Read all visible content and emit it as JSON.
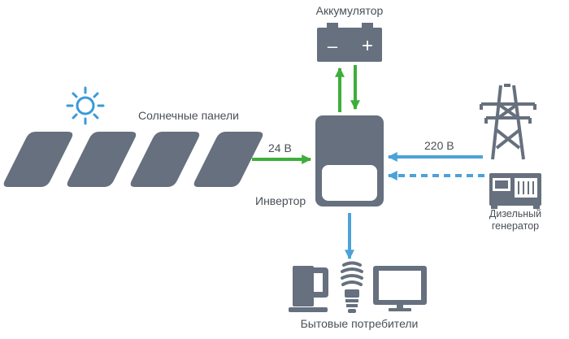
{
  "labels": {
    "battery": "Аккумулятор",
    "solar_panels": "Солнечные панели",
    "inverter": "Инвертор",
    "diesel_line1": "Дизельный",
    "diesel_line2": "генератор",
    "consumers": "Бытовые потребители",
    "solar_voltage": "24 В",
    "grid_voltage": "220 В"
  },
  "battery_signs": {
    "minus": "–",
    "plus": "+"
  },
  "colors": {
    "device": "#66707e",
    "green_arrow": "#3eae3a",
    "blue_arrow": "#4da2d8",
    "sun": "#3a9ad9",
    "text": "#4a4f57"
  },
  "icons": [
    "sun-icon",
    "solar-panel-icon",
    "battery-icon",
    "inverter-icon",
    "power-tower-icon",
    "diesel-generator-icon",
    "kettle-icon",
    "cfl-bulb-icon",
    "monitor-icon"
  ]
}
